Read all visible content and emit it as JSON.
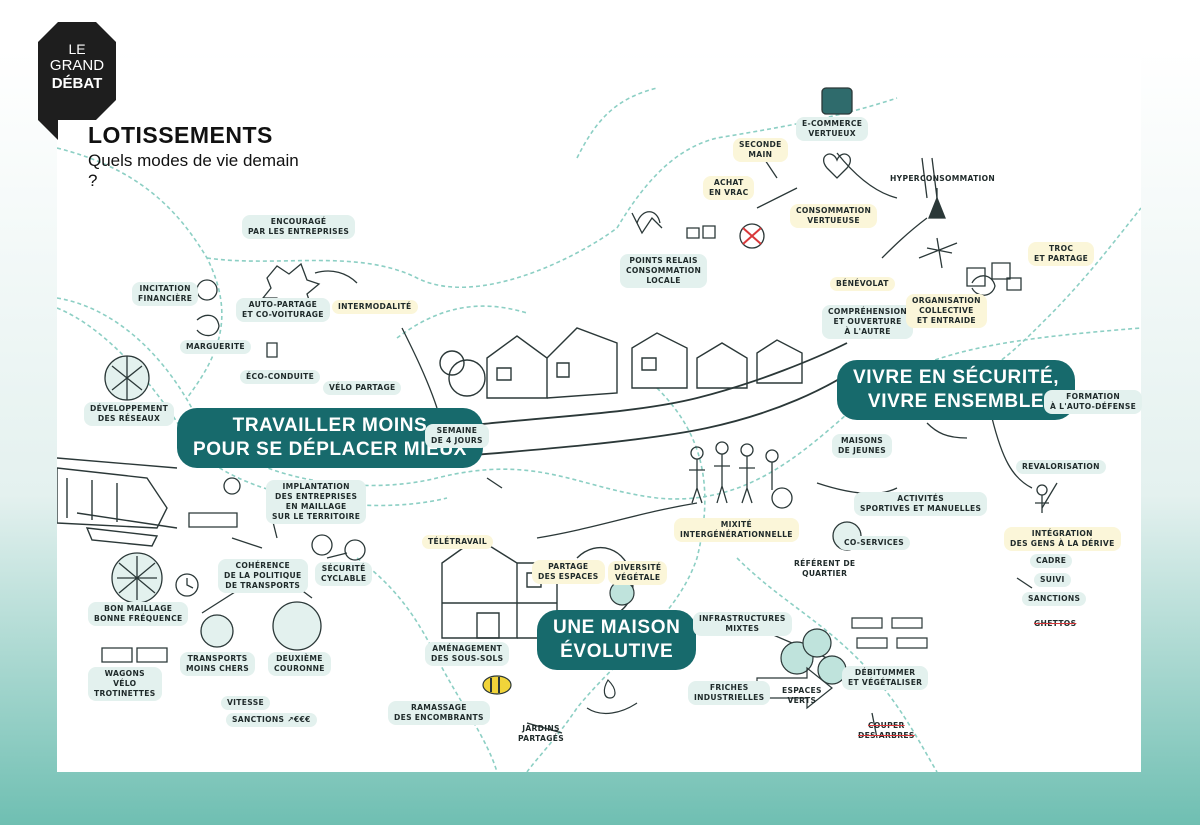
{
  "logo": {
    "line1": "LE",
    "line2": "GRAND",
    "line3": "DÉBAT"
  },
  "header": {
    "title": "LOTISSEMENTS",
    "subtitle": "Quels modes de vie demain ?"
  },
  "banners": {
    "travailler": "TRAVAILLER MOINS\nPOUR SE DÉPLACER MIEUX",
    "vivre": "VIVRE EN SÉCURITÉ,\nVIVRE ENSEMBLE",
    "maison": "UNE MAISON\nÉVOLUTIVE"
  },
  "labels": {
    "encourage": "ENCOURAGÉ\nPAR LES ENTREPRISES",
    "incitation": "INCITATION\nFINANCIÈRE",
    "autopartage": "AUTO-PARTAGE\nET CO-VOITURAGE",
    "intermodalite": "INTERMODALITÉ",
    "marguerite": "MARGUERITE",
    "ecoconduite": "ÉCO-CONDUITE",
    "velopartage": "VÉLO PARTAGE",
    "developpement": "DÉVELOPPEMENT\nDES RÉSEAUX",
    "semaine": "SEMAINE\nDE 4 JOURS",
    "implantation": "IMPLANTATION\nDES ENTREPRISES\nEN MAILLAGE\nSUR LE TERRITOIRE",
    "coherence": "COHÉRENCE\nDE LA POLITIQUE\nDE TRANSPORTS",
    "securite_cyclable": "SÉCURITÉ\nCYCLABLE",
    "bon_maillage": "BON MAILLAGE\nBONNE FRÉQUENCE",
    "wagons": "WAGONS\nVÉLO\nTROTINETTES",
    "transports": "TRANSPORTS\nMOINS CHERS",
    "couronne": "DEUXIÈME\nCOURONNE",
    "vitesse": "VITESSE",
    "sanctions_euro": "SANCTIONS ↗€€€",
    "ramassage": "RAMASSAGE\nDES ENCOMBRANTS",
    "jardins": "JARDINS\nPARTAGÉS",
    "teletravail": "TÉLÉTRAVAIL",
    "partage_espaces": "PARTAGE\nDES ESPACES",
    "diversite": "DIVERSITÉ\nVÉGÉTALE",
    "amenagement": "AMÉNAGEMENT\nDES SOUS-SOLS",
    "mixite": "MIXITÉ\nINTERGÉNÉRATIONNELLE",
    "referent": "RÉFÉRENT DE\nQUARTIER",
    "coservices": "CO-SERVICES",
    "infrastructures": "INFRASTRUCTURES\nMIXTES",
    "friches": "FRICHES\nINDUSTRIELLES",
    "espaces_verts": "ESPACES\nVERTS",
    "debitumer": "DÉBITUMMER\nET VÉGÉTALISER",
    "couper": "COUPER\nDES ARBRES",
    "maisons_jeunes": "MAISONS\nDE JEUNES",
    "activites": "ACTIVITÉS\nSPORTIVES ET MANUELLES",
    "revalorisation": "REVALORISATION",
    "integration": "INTÉGRATION\nDES GENS À LA DÉRIVE",
    "cadre": "CADRE",
    "suivi": "SUIVI",
    "sanctions": "SANCTIONS",
    "ghettos": "GHETTOS",
    "formation": "FORMATION\nÀ L'AUTO-DÉFENSE",
    "benevolat": "BÉNÉVOLAT",
    "comprehension": "COMPRÉHENSION\nET OUVERTURE\nÀ L'AUTRE",
    "organisation": "ORGANISATION\nCOLLECTIVE\nET ENTRAIDE",
    "troc": "TROC\nET PARTAGE",
    "hyperconsommation": "HYPERCONSOMMATION",
    "consommation": "CONSOMMATION\nVERTUEUSE",
    "ecommerce": "E-COMMERCE\nVERTUEUX",
    "seconde_main": "SECONDE\nMAIN",
    "achat_vrac": "ACHAT\nEN VRAC",
    "points_relais": "POINTS RELAIS\nCONSOMMATION\nLOCALE"
  },
  "colors": {
    "banner": "#176a6c",
    "label_bg": "#e3f1ee",
    "label_yellow": "#fbf6d9",
    "path": "#8ccfc4",
    "logo": "#1e1e1e"
  }
}
